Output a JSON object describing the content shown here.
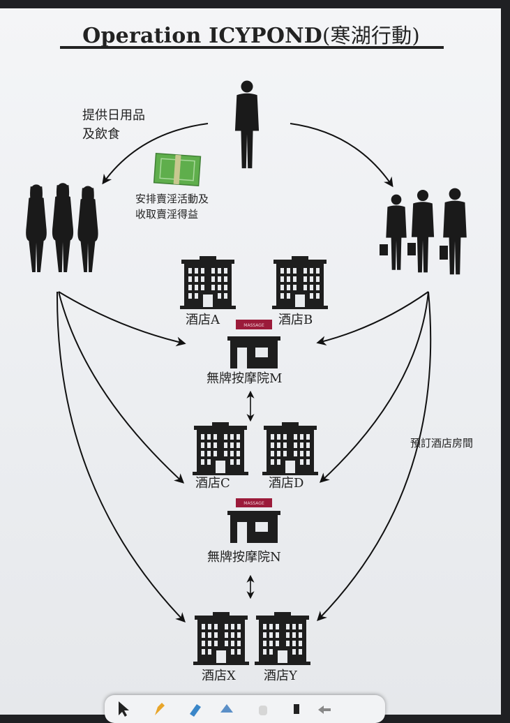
{
  "title": {
    "main": "Operation ICYPOND",
    "cn": "(寒湖行動)"
  },
  "labels": {
    "supply": [
      "提供日用品",
      "及飲食"
    ],
    "arrange": [
      "安排賣淫活動及",
      "收取賣淫得益"
    ],
    "book_room": "預訂酒店房間"
  },
  "hotels": {
    "a": "酒店A",
    "b": "酒店B",
    "c": "酒店C",
    "d": "酒店D",
    "x": "酒店X",
    "y": "酒店Y"
  },
  "parlours": {
    "m": "無牌按摩院M",
    "n": "無牌按摩院N",
    "sign": "MASSAGE"
  },
  "icons": {
    "boss": "man-silhouette-icon",
    "workers": "women-silhouette-icon",
    "clients": "businessmen-silhouette-icon",
    "money": "banknote-icon",
    "hotel": "hotel-building-icon",
    "parlour": "massage-shop-icon"
  },
  "colors": {
    "silhouette": "#1a1a1a",
    "money": "#5fae4c",
    "sign": "#9b1b3a"
  }
}
